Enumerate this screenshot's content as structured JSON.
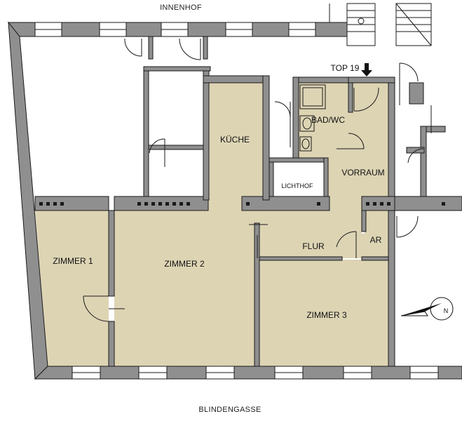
{
  "plan": {
    "street_top": "INNENHOF",
    "street_bottom": "BLINDENGASSE",
    "unit_label": "TOP 19",
    "compass_letter": "N",
    "rooms": {
      "kueche": "KÜCHE",
      "bad_wc": "BAD/WC",
      "vorraum": "VORRAUM",
      "lichthof": "LICHTHOF",
      "flur": "FLUR",
      "ar": "AR",
      "zimmer1": "ZIMMER 1",
      "zimmer2": "ZIMMER 2",
      "zimmer3": "ZIMMER 3"
    }
  },
  "colors": {
    "room_fill": "#ddd4b4",
    "wall_fill": "#8f8f8f",
    "wall_dark": "#4a4a4a",
    "line": "#1a1a1a",
    "background": "#ffffff"
  }
}
